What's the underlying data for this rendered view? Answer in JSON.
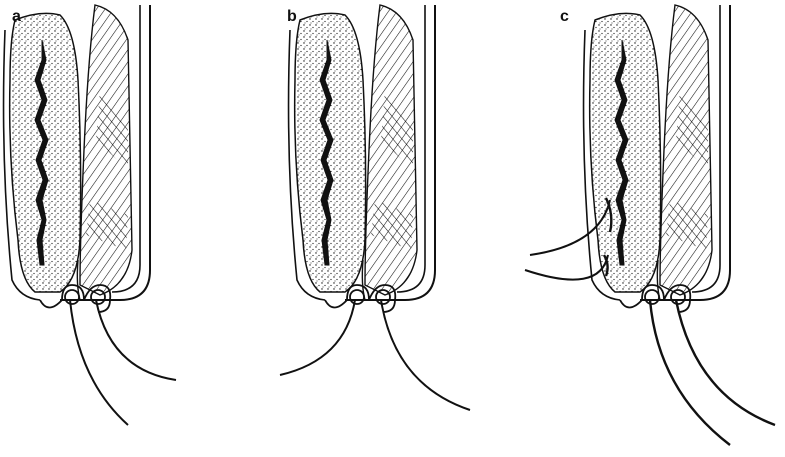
{
  "panels": [
    {
      "label": "a"
    },
    {
      "label": "b"
    },
    {
      "label": "c"
    }
  ],
  "colors": {
    "ink": "#111111",
    "paper": "#ffffff"
  }
}
